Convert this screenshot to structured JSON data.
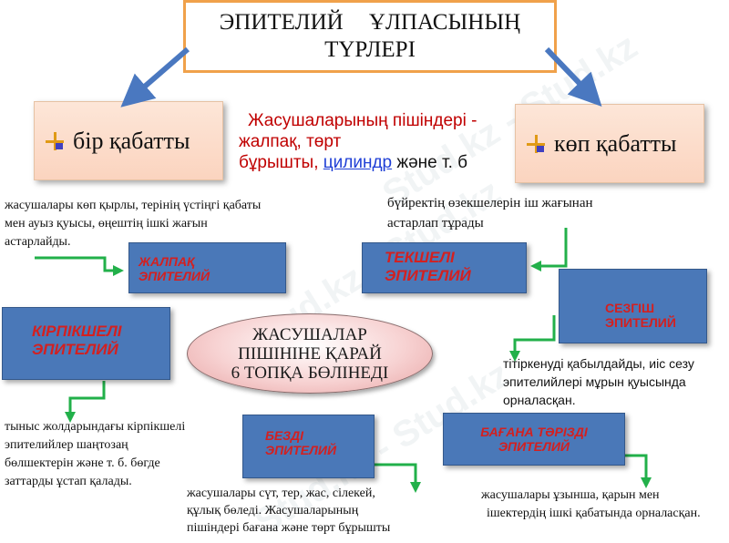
{
  "title": {
    "line1": "ЭПИТЕЛИЙ ҰЛПАСЫНЫҢ",
    "line2": "ТҮРЛЕРІ"
  },
  "categories": {
    "left": "бір қабатты",
    "right": "көп қабатты"
  },
  "shapes_note": {
    "line1": "Жасушаларының пішіндері -",
    "line2": "жалпақ, төрт",
    "line3_pre": "бұрышты, ",
    "line3_link": "цилиндр",
    "line3_post": " және т. б"
  },
  "center_oval": {
    "line1": "ЖАСУШАЛАР",
    "line2": "ПІШІНІНЕ ҚАРАЙ",
    "line3": "6 ТОПҚА БӨЛІНЕДІ"
  },
  "types": {
    "flat": {
      "line1": "ЖАЛПАҚ",
      "line2": "ЭПИТЕЛИЙ"
    },
    "cubic": {
      "line1": "ТЕКШЕЛІ",
      "line2": "ЭПИТЕЛИЙ"
    },
    "sensory": {
      "line1": "СЕЗГІШ",
      "line2": "ЭПИТЕЛИЙ"
    },
    "ciliated": {
      "line1": "КІРПІКШЕЛІ",
      "line2": "ЭПИТЕЛИЙ"
    },
    "glandular": {
      "line1": "БЕЗДІ",
      "line2": "ЭПИТЕЛИЙ"
    },
    "columnar": {
      "line1": "БАҒАНА ТӘРІЗДІ",
      "line2": "ЭПИТЕЛИЙ"
    }
  },
  "descriptions": {
    "flat": {
      "line1": "жасушалары көп қырлы, терінің үстіңгі қабаты",
      "line2": "мен ауыз қуысы, өңештің ішкі жағын",
      "line3": "астарлайды."
    },
    "cubic": {
      "line1": "бүйректің өзекшелерін іш жағынан",
      "line2": "астарлап тұрады"
    },
    "sensory": {
      "line1": "тітіркенуді қабылдайды, иіс сезу",
      "line2": "эпителийлері мұрын қуысында",
      "line3": "орналасқан."
    },
    "ciliated": {
      "line1": "тыныс жолдарындағы кірпікшелі",
      "line2": "эпителийлер шаңтозаң",
      "line3": "бөлшектерін және т. б. бөгде",
      "line4": "заттарды ұстап қалады."
    },
    "glandular": {
      "line1": "жасушалары сүт, тер, жас, сілекей,",
      "line2": "құлық бөледі. Жасушаларының",
      "line3": "пішіндері бағана және төрт бұрышты"
    },
    "columnar": {
      "line1": "жасушалары ұзынша, қарын мен",
      "line2": "ішектердің ішкі қабатында орналасқан."
    }
  },
  "watermark": "Stud.kz - Stud.kz",
  "colors": {
    "title_border": "#f0a14a",
    "category_fill": "#fbd4bf",
    "type_box_fill": "#4a78b8",
    "type_box_text": "#d32020",
    "arrow_blue": "#4a78c0",
    "arrow_green": "#22b04a",
    "note_text": "#c00000",
    "link": "#1f3fd6"
  }
}
